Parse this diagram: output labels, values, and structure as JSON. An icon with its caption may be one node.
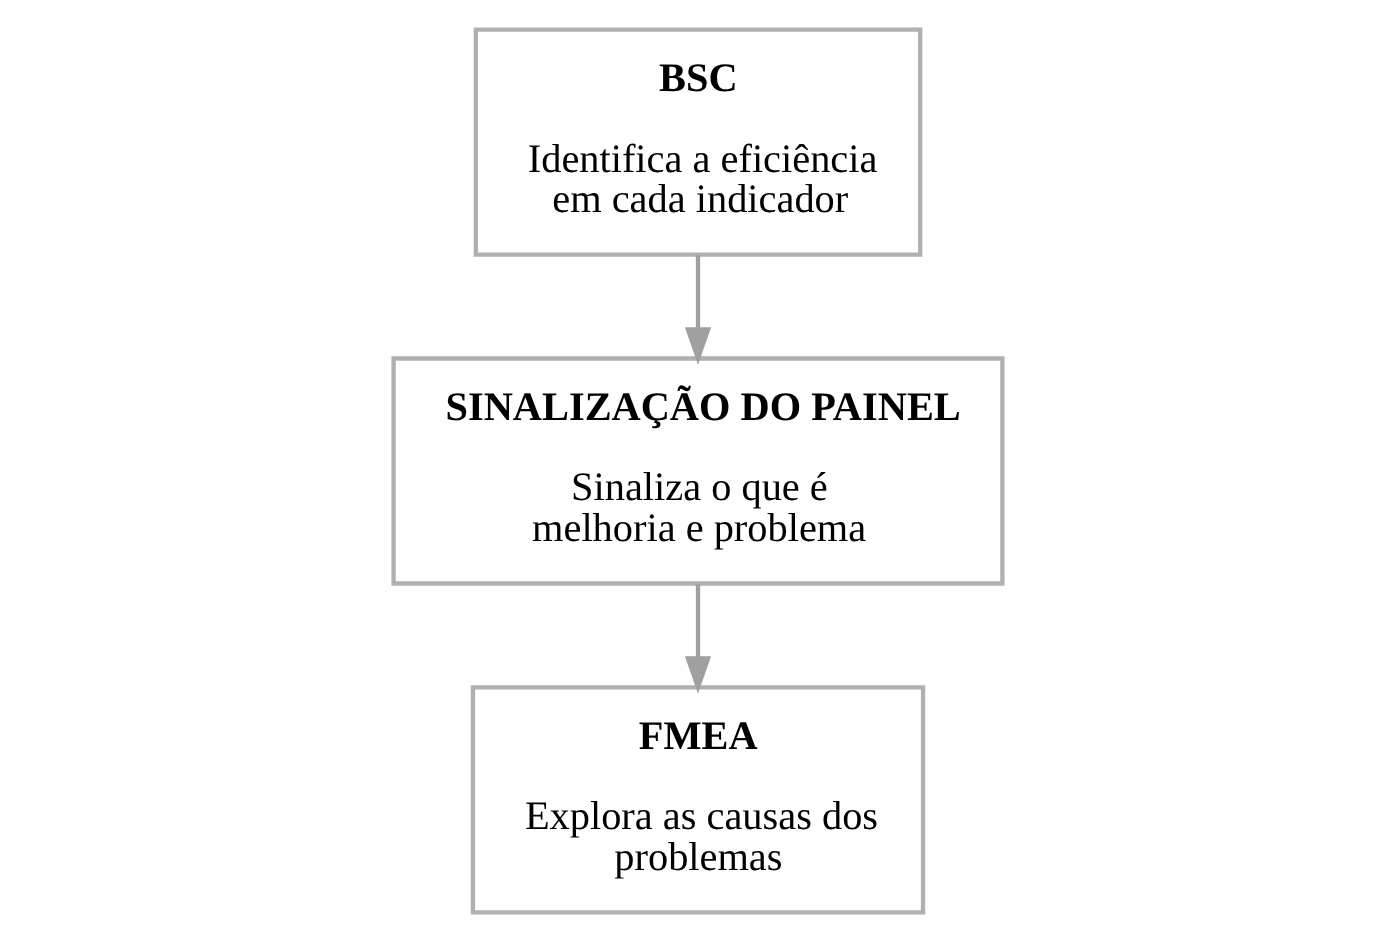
{
  "diagram": {
    "nodes": [
      {
        "text": [
          "BSC",
          "Identifica a eficiência em cada indicador"
        ]
      },
      {
        "text": [
          "SINALIZAÇÃO DO PAINEL",
          "Sinaliza o que é melhoria e problema"
        ]
      },
      {
        "text": [
          "FMEA",
          "Explora as causas dos problemas"
        ]
      }
    ],
    "edges": [
      {
        "from": 0,
        "to": 1,
        "arrow": "to"
      },
      {
        "from": 1,
        "to": 2,
        "arrow": "to"
      }
    ]
  }
}
